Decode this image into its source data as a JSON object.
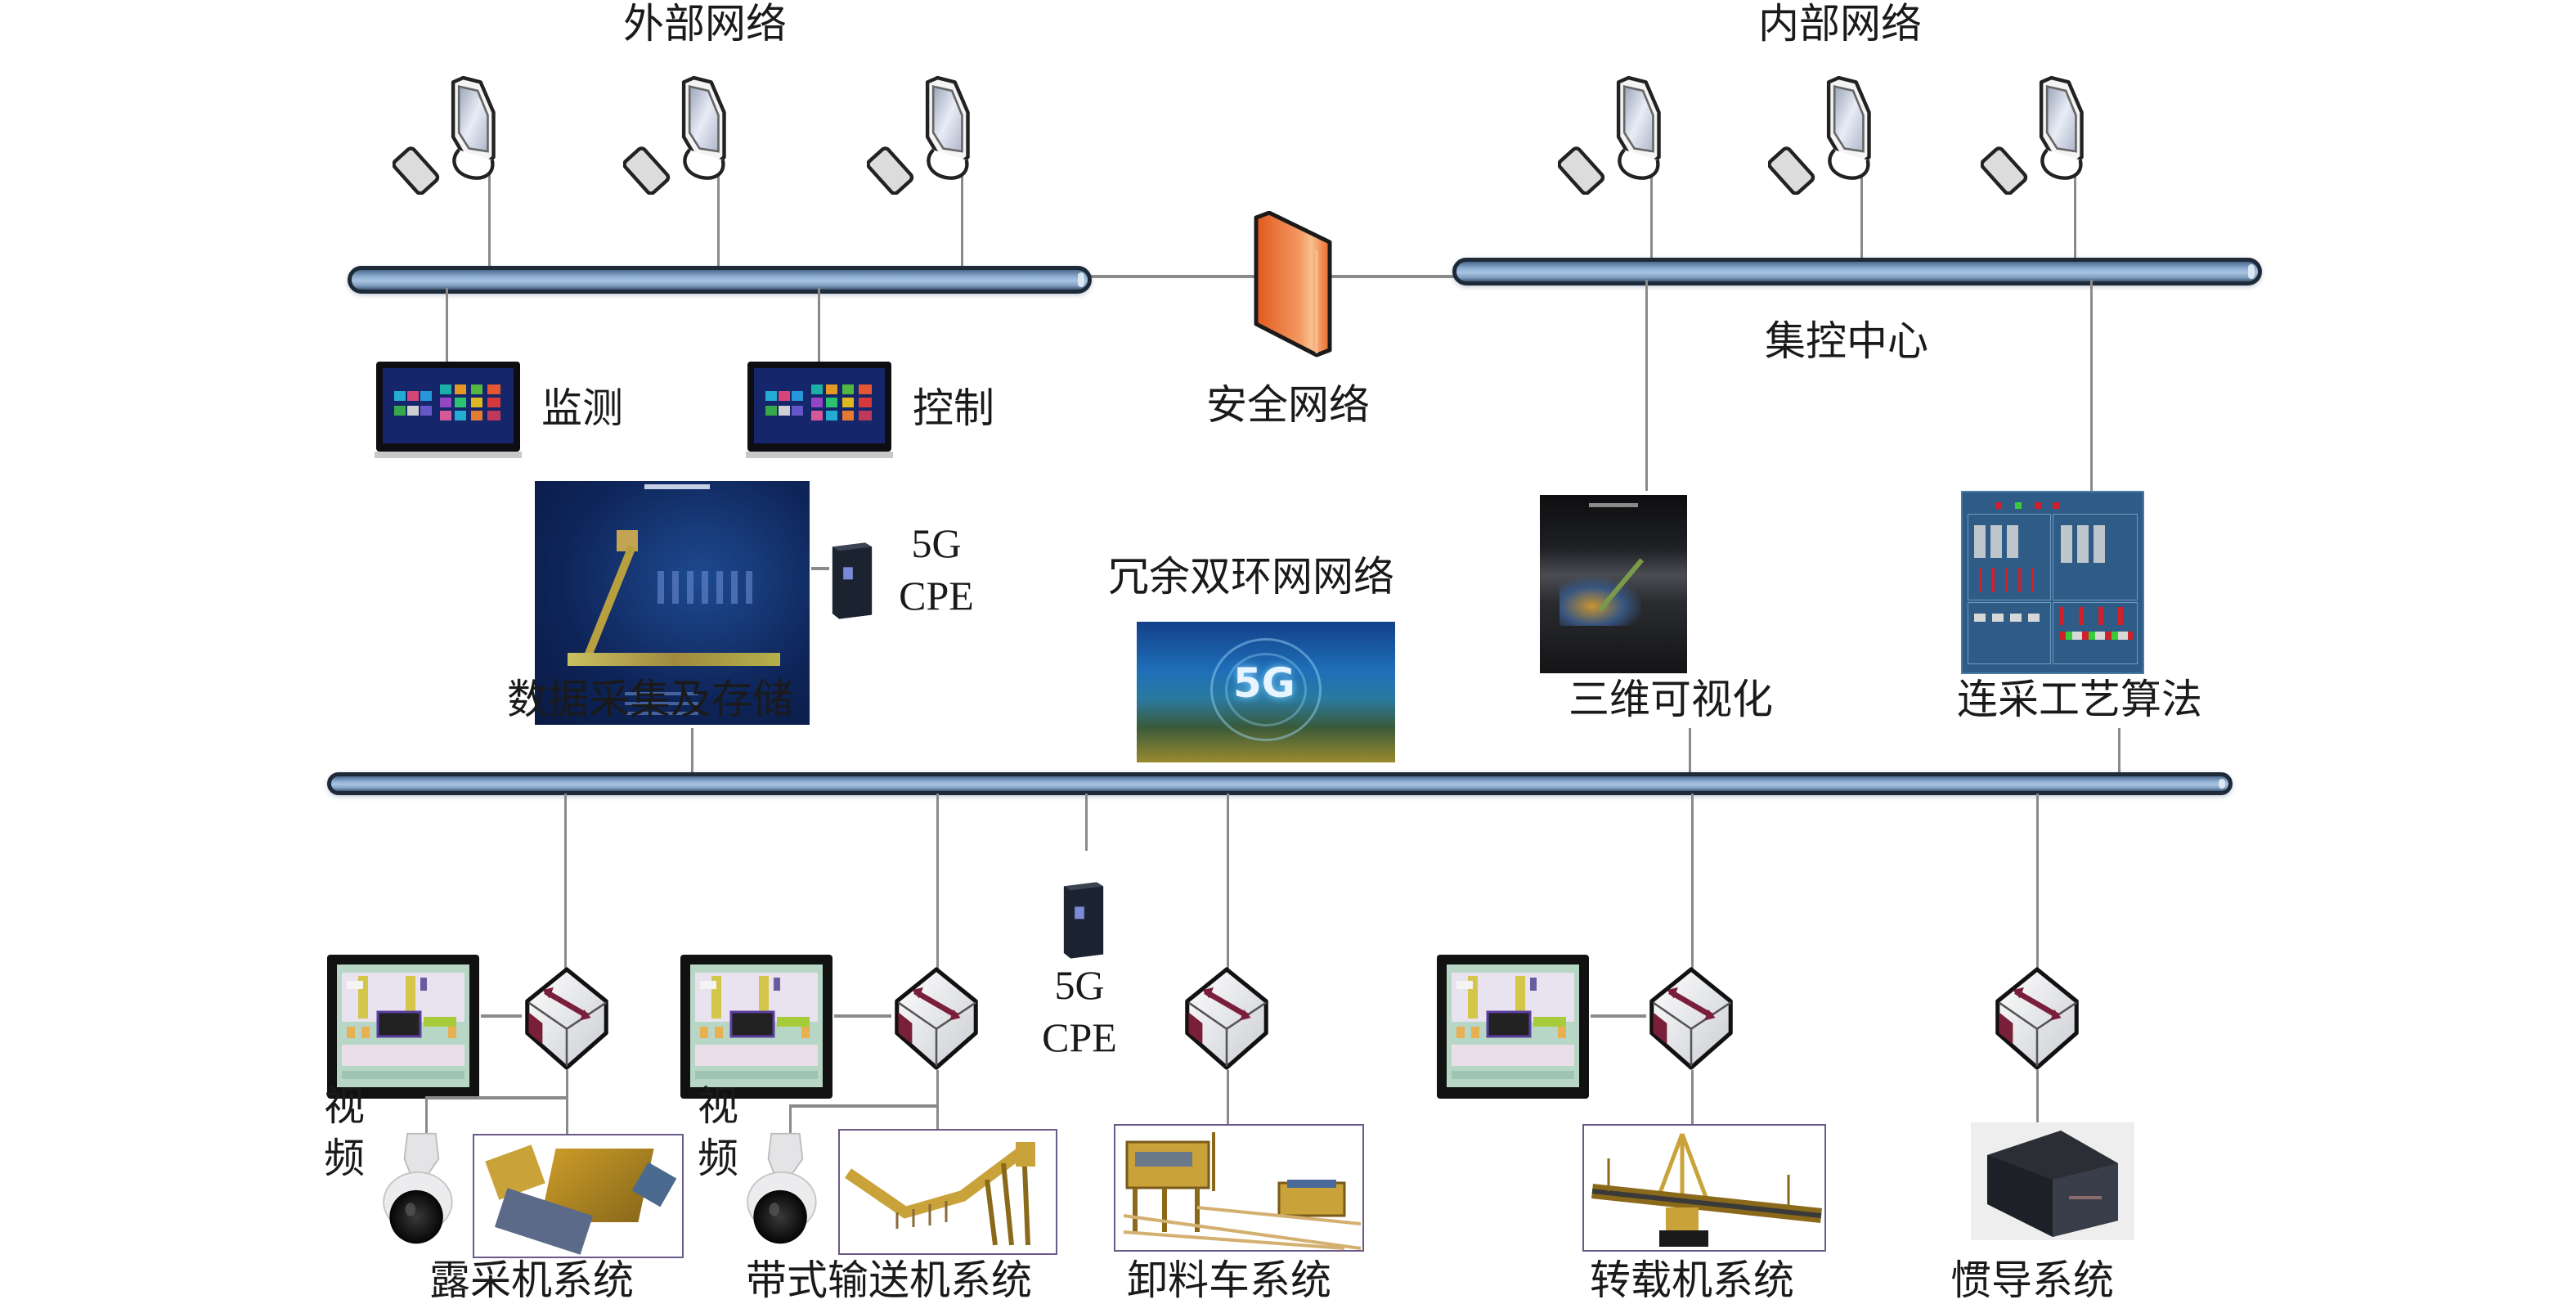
{
  "title": "5G露天矿连采系统网络架构",
  "zones": {
    "external_network": "外部网络",
    "internal_network": "内部网络",
    "security_network": "安全网络",
    "control_center": "集控中心",
    "redundant_ring": "冗余双环网网络"
  },
  "external_terminals": [
    {
      "label": "监测",
      "icon": "tablet-icon"
    },
    {
      "label": "控制",
      "icon": "tablet-icon"
    }
  ],
  "data_node": {
    "label": "数据采集及存储",
    "cpe_line1": "5G",
    "cpe_line2": "CPE"
  },
  "center_modules": [
    {
      "label": "三维可视化"
    },
    {
      "label": "连采工艺算法"
    }
  ],
  "ring_badge": "5G",
  "field_cpe": {
    "line1": "5G",
    "line2": "CPE"
  },
  "video_label": {
    "char1": "视",
    "char2": "频"
  },
  "subsystems": [
    {
      "label": "露采机系统",
      "has_hmi": true,
      "has_camera": true
    },
    {
      "label": "带式输送机系统",
      "has_hmi": true,
      "has_camera": true
    },
    {
      "label": "卸料车系统",
      "has_hmi": false,
      "has_camera": false
    },
    {
      "label": "转载机系统",
      "has_hmi": true,
      "has_camera": false
    },
    {
      "label": "惯导系统",
      "has_hmi": false,
      "has_camera": false
    }
  ],
  "colors": {
    "bus_fill": "#8fb0d4",
    "bus_border": "#1f2a38",
    "firewall": "#ef7433",
    "switch_accent": "#7a1f3a",
    "machine_yellow": "#c9a23a",
    "screen_blue": "#1b3a6b",
    "line_gray": "#8a8a8a"
  }
}
